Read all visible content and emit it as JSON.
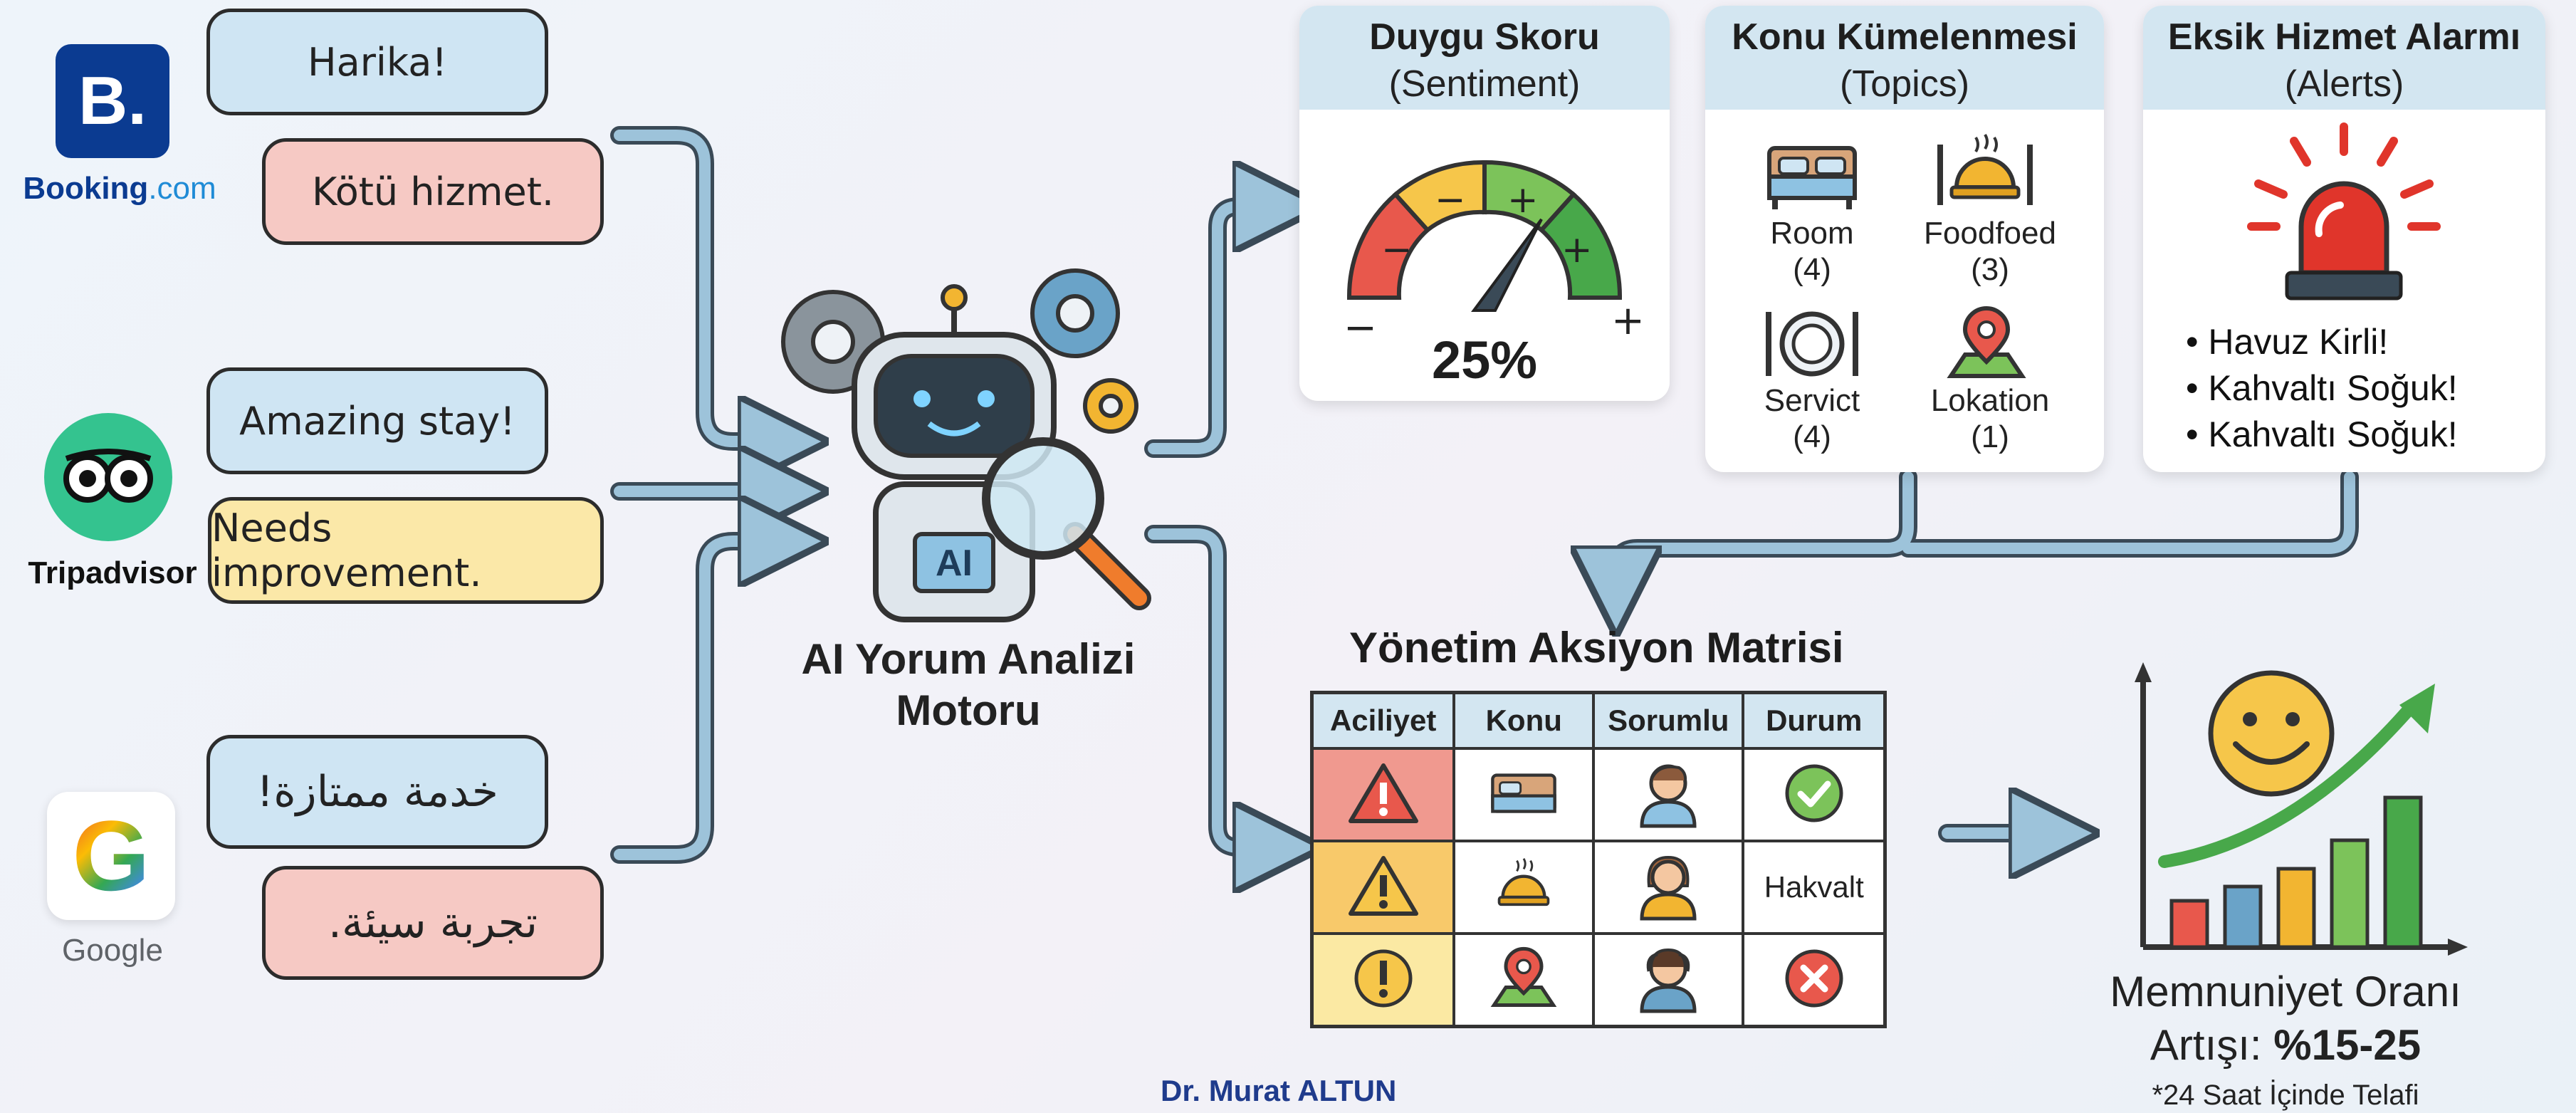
{
  "sources": {
    "booking": {
      "logo_letter": "B.",
      "name_part1": "Booking",
      "name_part2": ".com"
    },
    "tripadvisor": {
      "name": "Tripadvisor"
    },
    "google": {
      "logo_letter": "G",
      "name": "Google"
    }
  },
  "reviews": {
    "booking_positive": "Harika!",
    "booking_negative": "Kötü hizmet.",
    "tripadvisor_positive": "Amazing stay!",
    "tripadvisor_negative": "Needs improvement.",
    "google_positive": "خدمة ممتازة!",
    "google_negative": "تجربة سيئة."
  },
  "engine": {
    "badge": "AI",
    "label_line1": "AI Yorum Analizi",
    "label_line2": "Motoru"
  },
  "sentiment_card": {
    "title": "Duygu Skoru",
    "subtitle": "(Sentiment)",
    "value": "25%",
    "gauge_signs": [
      "−",
      "−",
      "+",
      "+"
    ],
    "minus_label": "−",
    "plus_label": "+"
  },
  "topics_card": {
    "title": "Konu Kümelenmesi",
    "subtitle": "(Topics)",
    "items": [
      {
        "name": "Room",
        "count": "(4)",
        "icon": "bed-icon"
      },
      {
        "name": "Foodfoed",
        "count": "(3)",
        "icon": "food-icon"
      },
      {
        "name": "Servict",
        "count": "(4)",
        "icon": "plate-icon"
      },
      {
        "name": "Lokation",
        "count": "(1)",
        "icon": "map-pin-icon"
      }
    ]
  },
  "alerts_card": {
    "title": "Eksik Hizmet Alarmı",
    "subtitle": "(Alerts)",
    "items": [
      "• Havuz Kirli!",
      "• Kahvaltı Soğuk!",
      "• Kahvaltı Soğuk!"
    ]
  },
  "matrix": {
    "title": "Yönetim Aksiyon Matrisi",
    "headers": [
      "Aciliyet",
      "Konu",
      "Sorumlu",
      "Durum"
    ],
    "rows": [
      {
        "urgency_color": "#f0998f",
        "topic_icon": "bed-icon",
        "status": "check-icon",
        "status_text": ""
      },
      {
        "urgency_color": "#f8c96a",
        "topic_icon": "food-icon",
        "status": "text",
        "status_text": "Hakvalt"
      },
      {
        "urgency_color": "#fbe9a3",
        "topic_icon": "map-pin-icon",
        "status": "x-icon",
        "status_text": ""
      }
    ]
  },
  "satisfaction": {
    "line1": "Memnuniyet Oranı",
    "line2_prefix": "Artışı: ",
    "line2_value": "%15-25",
    "note": "*24 Saat İçinde Telafi"
  },
  "author": "Dr. Murat ALTUN",
  "colors": {
    "arrow": "#9dc3da",
    "arrow_border": "#3a4a57",
    "accent_green": "#5cb85c",
    "alarm_red": "#e0352b"
  }
}
